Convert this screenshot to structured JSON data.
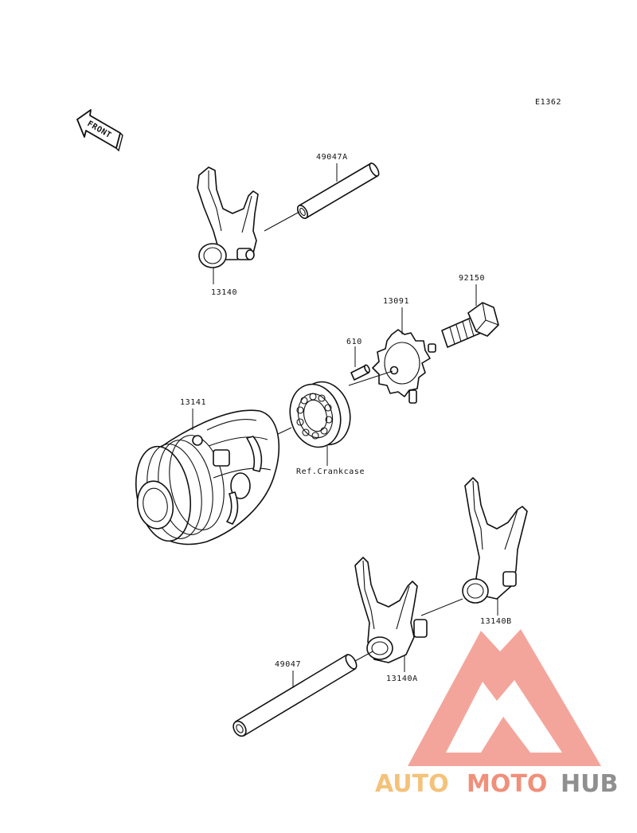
{
  "diagram_code": "E1362",
  "front_label": "FRONT",
  "labels": {
    "shaft_upper": "49047A",
    "fork_upper": "13140",
    "bolt": "92150",
    "cam": "13091",
    "pin": "610",
    "drum": "13141",
    "bearing_ref": "Ref.Crankcase",
    "fork_right": "13140B",
    "fork_lower": "13140A",
    "shaft_lower": "49047"
  },
  "watermark": {
    "part1": "AUTO",
    "part2": "MOTO",
    "part3": "HUB",
    "colors": {
      "auto": "#f5c27a",
      "moto": "#f0907a",
      "hub": "#8f8f8f",
      "logo": "#ee6a5a"
    }
  }
}
